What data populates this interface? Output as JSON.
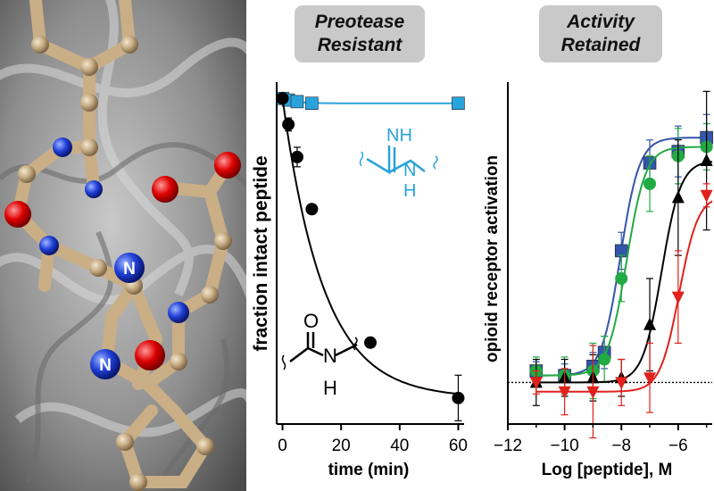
{
  "panels": {
    "left_badge": {
      "line1": "Preotease",
      "line2": "Resistant"
    },
    "right_badge": {
      "line1": "Activity",
      "line2": "Retained"
    }
  },
  "structure_labels": [
    "N",
    "N"
  ],
  "colors": {
    "badge_bg": "#c9c9c9",
    "amide": "#000000",
    "amidine": "#29a3dc",
    "blue_series": "#3355aa",
    "green_series": "#22aa44",
    "black_series": "#000000",
    "red_series": "#e0211c"
  },
  "icons": [
    "molecular-model-image",
    "amide-structure-icon",
    "amidine-structure-icon"
  ],
  "chart_data": [
    {
      "type": "line",
      "title": "",
      "xlabel": "time (min)",
      "ylabel": "fraction intact peptide",
      "xlim": [
        -2,
        62
      ],
      "ylim": [
        0,
        1.05
      ],
      "xticks": [
        0,
        20,
        40,
        60
      ],
      "grid": false,
      "annotations": {
        "amide": {
          "top": "O",
          "right": "N",
          "bottom": "H"
        },
        "amidine": {
          "top": "NH",
          "right": "N",
          "bottom": "H"
        }
      },
      "series": [
        {
          "key": "amidine",
          "x": [
            0,
            2,
            5,
            10,
            60
          ],
          "y": [
            1.0,
            0.995,
            0.99,
            0.985,
            0.985
          ],
          "marker": "square",
          "color": "#29a3dc"
        },
        {
          "key": "amide",
          "x": [
            0,
            2,
            5,
            10,
            30,
            60
          ],
          "y": [
            1.0,
            0.92,
            0.82,
            0.66,
            0.25,
            0.08
          ],
          "err": [
            0.01,
            0.02,
            0.03,
            0.01,
            0.01,
            0.07
          ],
          "marker": "circle",
          "color": "#000000"
        }
      ]
    },
    {
      "type": "line",
      "title": "",
      "xlabel": "Log [peptide], M",
      "ylabel": "opioid receptor activation",
      "xlim": [
        -12,
        -4.8
      ],
      "ylim": [
        -0.18,
        1.3
      ],
      "xticks": [
        -12,
        -10,
        -8,
        -6
      ],
      "baseline": 0,
      "grid": false,
      "series": [
        {
          "key": "blue",
          "color": "#3355aa",
          "marker": "square",
          "x": [
            -11,
            -10,
            -9,
            -8.6,
            -8,
            -7,
            -6,
            -5
          ],
          "y": [
            0.05,
            0.03,
            0.07,
            0.13,
            0.57,
            0.95,
            1.0,
            1.06
          ],
          "err": [
            0.04,
            0.05,
            0.06,
            0.07,
            0.08,
            0.1,
            0.11,
            0.1
          ]
        },
        {
          "key": "green",
          "color": "#22aa44",
          "marker": "circle",
          "x": [
            -11,
            -10,
            -9,
            -8.6,
            -8,
            -7,
            -6,
            -5
          ],
          "y": [
            0.05,
            0.03,
            0.05,
            0.1,
            0.45,
            0.86,
            0.98,
            1.02
          ],
          "err": [
            0.06,
            0.08,
            0.12,
            0.1,
            0.1,
            0.12,
            0.12,
            0.1
          ]
        },
        {
          "key": "black",
          "color": "#000000",
          "marker": "triangle-up",
          "x": [
            -11,
            -10,
            -9,
            -8,
            -7,
            -6,
            -5
          ],
          "y": [
            0.0,
            0.02,
            0.02,
            0.02,
            0.25,
            0.8,
            0.96
          ],
          "err": [
            0.1,
            0.08,
            0.1,
            0.08,
            0.2,
            0.25,
            0.3
          ]
        },
        {
          "key": "red",
          "color": "#e0211c",
          "marker": "triangle-down",
          "x": [
            -11,
            -10,
            -9,
            -8,
            -7,
            -6,
            -5
          ],
          "y": [
            0.0,
            -0.04,
            -0.04,
            0.0,
            0.02,
            0.37,
            0.81
          ],
          "err": [
            0.05,
            0.1,
            0.2,
            0.1,
            0.15,
            0.2,
            0.05
          ]
        }
      ]
    }
  ]
}
